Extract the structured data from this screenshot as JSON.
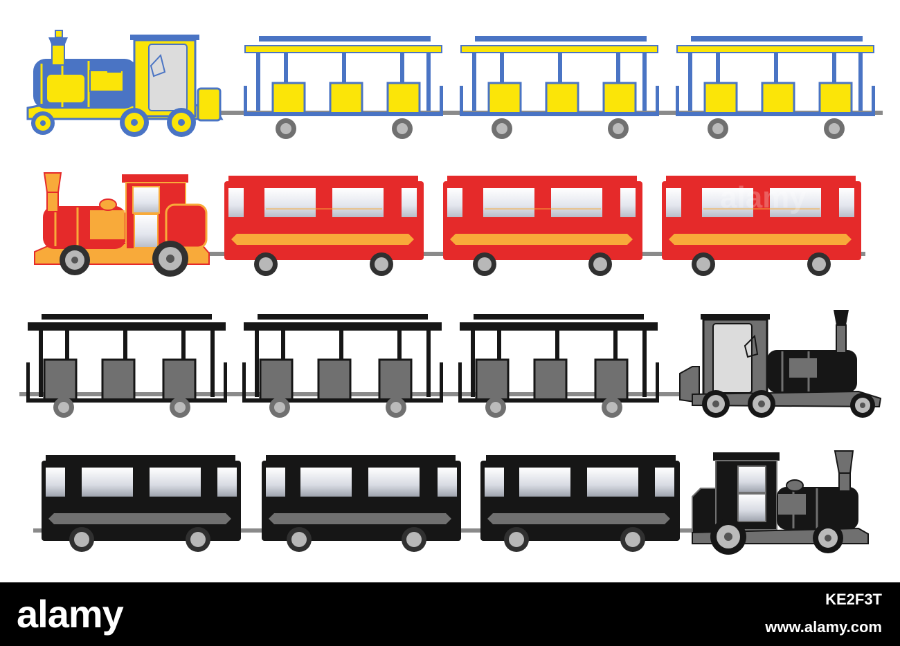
{
  "footer": {
    "brand": "alamy",
    "image_id": "KE2F3T",
    "site": "www.alamy.com",
    "bg_color": "#000000",
    "brand_color": "#ffffff",
    "text_color": "#ffffff"
  },
  "watermark": {
    "text": "alamy",
    "color": "#ffffff"
  },
  "colors": {
    "blue": "#4a74c4",
    "yellow": "#fbe508",
    "red": "#e52a2a",
    "orange": "#f8aa3a",
    "gray": "#707070",
    "dark": "#161616",
    "glass": "#e3e6ee"
  },
  "trains": [
    {
      "style": "open-car",
      "palette": "blue-yellow",
      "direction": "engine-left",
      "cars": 3
    },
    {
      "style": "coach",
      "palette": "red-orange",
      "direction": "engine-left",
      "cars": 3
    },
    {
      "style": "open-car",
      "palette": "gray-black",
      "direction": "engine-right",
      "cars": 3
    },
    {
      "style": "coach",
      "palette": "black",
      "direction": "engine-right",
      "cars": 3
    }
  ]
}
